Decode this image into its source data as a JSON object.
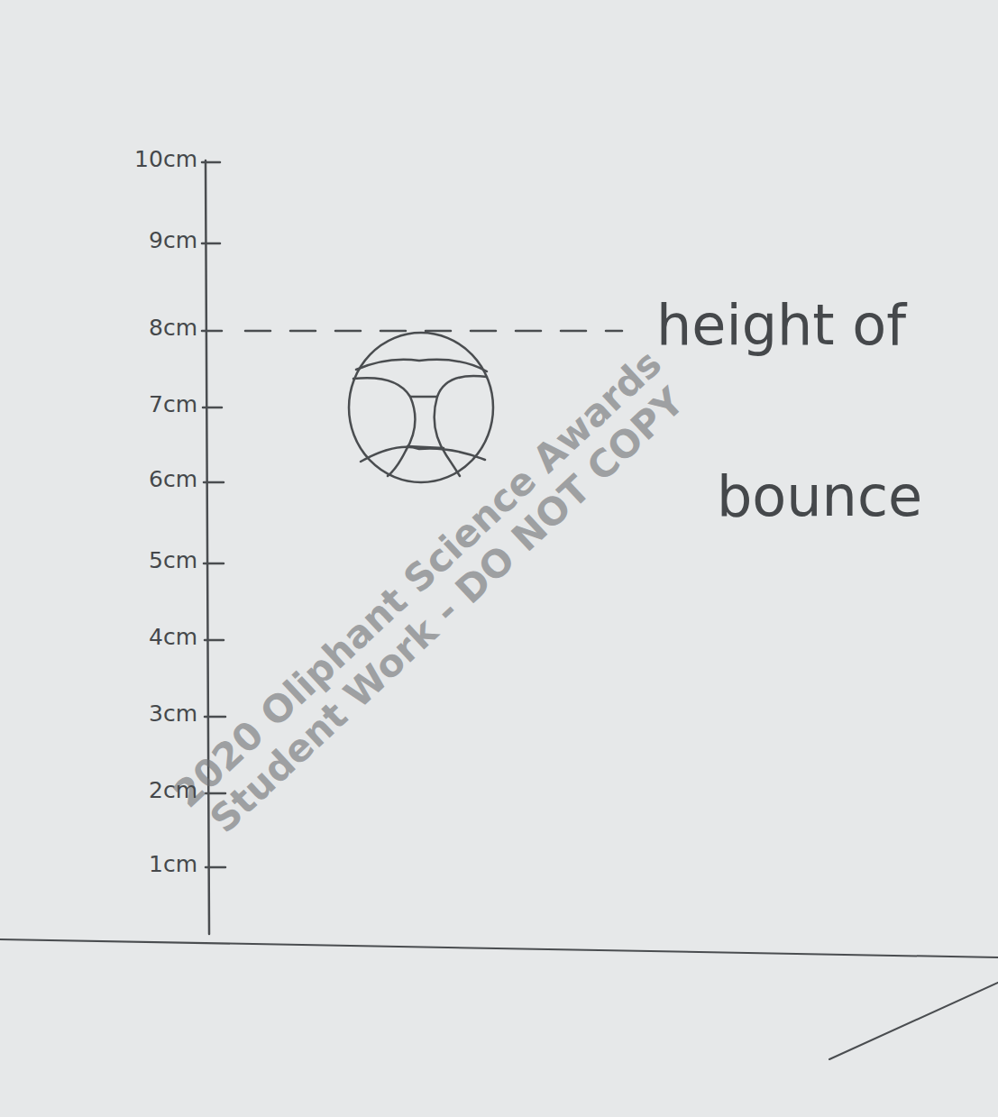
{
  "diagram": {
    "labels": [
      "10cm",
      "9cm",
      "8cm",
      "7cm",
      "6cm",
      "5cm",
      "4cm",
      "3cm",
      "2cm",
      "1cm",
      "height of",
      "bounce",
      "2020 Oliphant Science Awards",
      "Student Work - DO NOT COPY"
    ]
  }
}
